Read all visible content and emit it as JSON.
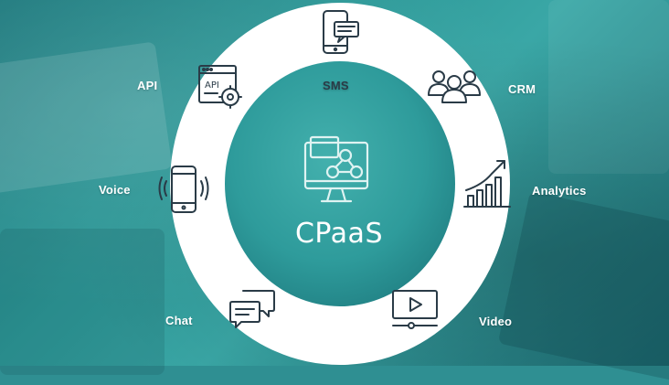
{
  "center": {
    "label": "CPaaS",
    "icon": "cpaas-hub-icon"
  },
  "nodes": {
    "sms": {
      "label": "SMS",
      "icon": "smartphone-chat-icon"
    },
    "crm": {
      "label": "CRM",
      "icon": "users-group-icon"
    },
    "analytics": {
      "label": "Analytics",
      "icon": "growth-chart-icon"
    },
    "video": {
      "label": "Video",
      "icon": "video-player-icon"
    },
    "chat": {
      "label": "Chat",
      "icon": "chat-bubbles-icon"
    },
    "voice": {
      "label": "Voice",
      "icon": "ringing-phone-icon"
    },
    "api": {
      "label": "API",
      "icon": "api-window-gear-icon"
    }
  },
  "colors": {
    "background": "#2f8f92",
    "ring": "#ffffff",
    "center_circle": "#2e9b9b",
    "icon_stroke": "#2a3b47"
  }
}
